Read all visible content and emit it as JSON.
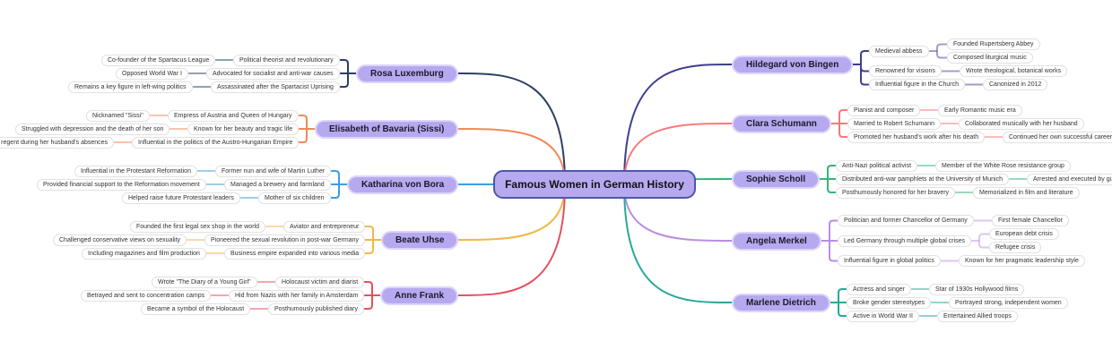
{
  "center": {
    "title": "Famous Women in German History"
  },
  "branches": [
    {
      "name": "Rosa Luxemburg",
      "color": "#2b3f63",
      "children": [
        {
          "text": "Political theorist and revolutionary",
          "children": [
            {
              "text": "Co-founder of the Spartacus League"
            }
          ]
        },
        {
          "text": "Advocated for socialist and anti-war causes",
          "children": [
            {
              "text": "Opposed World War I"
            }
          ]
        },
        {
          "text": "Assassinated after the Spartacist Uprising",
          "children": [
            {
              "text": "Remains a key figure in left-wing politics"
            }
          ]
        }
      ]
    },
    {
      "name": "Elisabeth of Bavaria (Sissi)",
      "color": "#f08a58",
      "children": [
        {
          "text": "Empress of Austria and Queen of Hungary",
          "children": [
            {
              "text": "Nicknamed \"Sissi\""
            }
          ]
        },
        {
          "text": "Known for her beauty and tragic life",
          "children": [
            {
              "text": "Struggled with depression and the death of her son"
            }
          ]
        },
        {
          "text": "Influential in the politics of the Austro-Hungarian Empire",
          "children": [
            {
              "text": "Acted as regent during her husband's absences"
            }
          ]
        }
      ]
    },
    {
      "name": "Katharina von Bora",
      "color": "#3b9de0",
      "children": [
        {
          "text": "Former nun and wife of Martin Luther",
          "children": [
            {
              "text": "Influential in the Protestant Reformation"
            }
          ]
        },
        {
          "text": "Managed a brewery and farmland",
          "children": [
            {
              "text": "Provided financial support to the Reformation movement"
            }
          ]
        },
        {
          "text": "Mother of six children",
          "children": [
            {
              "text": "Helped raise future Protestant leaders"
            }
          ]
        }
      ]
    },
    {
      "name": "Beate Uhse",
      "color": "#f2b843",
      "children": [
        {
          "text": "Aviator and entrepreneur",
          "children": [
            {
              "text": "Founded the first legal sex shop in the world"
            }
          ]
        },
        {
          "text": "Pioneered the sexual revolution in post-war Germany",
          "children": [
            {
              "text": "Challenged conservative views on sexuality"
            }
          ]
        },
        {
          "text": "Business empire expanded into various media",
          "children": [
            {
              "text": "Including magazines and film production"
            }
          ]
        }
      ]
    },
    {
      "name": "Anne Frank",
      "color": "#e5505f",
      "children": [
        {
          "text": "Holocaust victim and diarist",
          "children": [
            {
              "text": "Wrote \"The Diary of a Young Girl\""
            }
          ]
        },
        {
          "text": "Hid from Nazis with her family in Amsterdam",
          "children": [
            {
              "text": "Betrayed and sent to concentration camps"
            }
          ]
        },
        {
          "text": "Posthumously published diary",
          "children": [
            {
              "text": "Became a symbol of the Holocaust"
            }
          ]
        }
      ]
    },
    {
      "name": "Hildegard von Bingen",
      "color": "#3d3f8c",
      "children": [
        {
          "text": "Medieval abbess",
          "children": [
            {
              "text": "Founded Rupertsberg Abbey"
            },
            {
              "text": "Composed liturgical music"
            }
          ]
        },
        {
          "text": "Renowned for visions",
          "children": [
            {
              "text": "Wrote theological, botanical works"
            }
          ]
        },
        {
          "text": "Influential figure in the Church",
          "children": [
            {
              "text": "Canonized in 2012"
            }
          ]
        }
      ]
    },
    {
      "name": "Clara Schumann",
      "color": "#f77878",
      "children": [
        {
          "text": "Pianist and composer",
          "children": [
            {
              "text": "Early Romantic music era"
            }
          ]
        },
        {
          "text": "Married to Robert Schumann",
          "children": [
            {
              "text": "Collaborated musically with her husband"
            }
          ]
        },
        {
          "text": "Promoted her husband's work after his death",
          "children": [
            {
              "text": "Continued her own successful career"
            }
          ]
        }
      ]
    },
    {
      "name": "Sophie Scholl",
      "color": "#35b377",
      "children": [
        {
          "text": "Anti-Nazi political activist",
          "children": [
            {
              "text": "Member of the White Rose resistance group"
            }
          ]
        },
        {
          "text": "Distributed anti-war pamphlets at the University of Munich",
          "children": [
            {
              "text": "Arrested and executed by guillotine"
            }
          ]
        },
        {
          "text": "Posthumously honored for her bravery",
          "children": [
            {
              "text": "Memorialized in film and literature"
            }
          ]
        }
      ]
    },
    {
      "name": "Angela Merkel",
      "color": "#b98ee2",
      "children": [
        {
          "text": "Politician and former Chancellor of Germany",
          "children": [
            {
              "text": "First female Chancellor"
            }
          ]
        },
        {
          "text": "Led Germany through multiple global crises",
          "children": [
            {
              "text": "European debt crisis"
            },
            {
              "text": "Refugee crisis"
            }
          ]
        },
        {
          "text": "Influential figure in global politics",
          "children": [
            {
              "text": "Known for her pragmatic leadership style"
            }
          ]
        }
      ]
    },
    {
      "name": "Marlene Dietrich",
      "color": "#27a898",
      "children": [
        {
          "text": "Actress and singer",
          "children": [
            {
              "text": "Star of 1930s Hollywood films"
            }
          ]
        },
        {
          "text": "Broke gender stereotypes",
          "children": [
            {
              "text": "Portrayed strong, independent women"
            }
          ]
        },
        {
          "text": "Active in World War II",
          "children": [
            {
              "text": "Entertained Allied troops"
            }
          ]
        }
      ]
    }
  ]
}
